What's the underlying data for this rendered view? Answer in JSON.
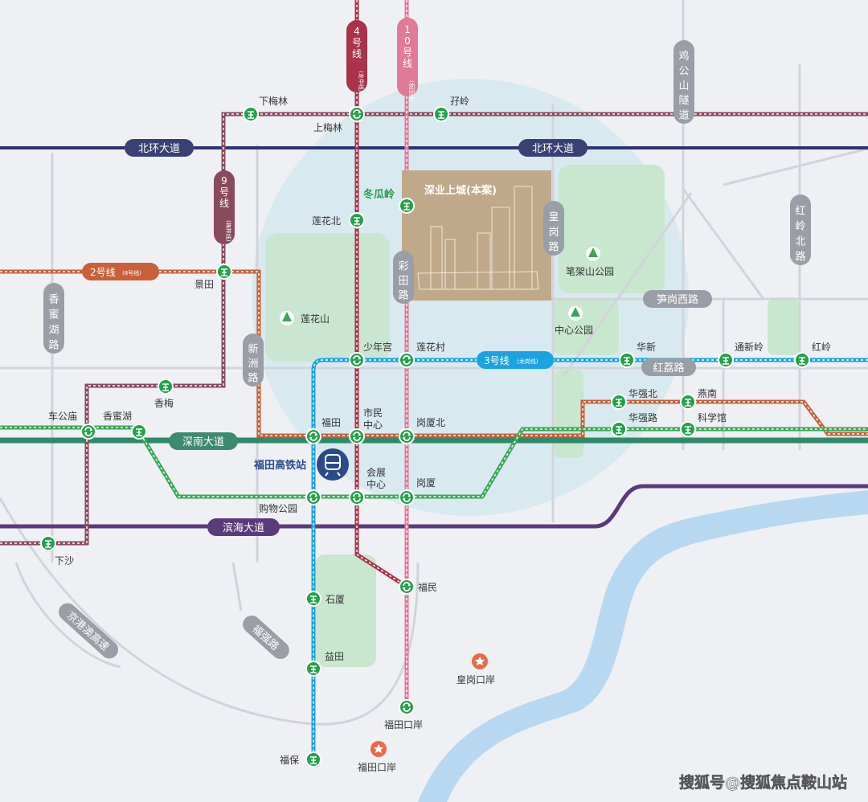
{
  "colors": {
    "background": "#eef0f4",
    "road_pill": "#9a9ea6",
    "road_line": "#d2d4da",
    "park": "#c9e6cf",
    "circle": "#cfe6ec",
    "project": "#bfa98a",
    "water": "#b8d8f2",
    "station_green": "#22a24a",
    "line2": "#c9603a",
    "line3": "#1aa3e0",
    "line4": "#a8334a",
    "line9": "#8a4a5e",
    "line10": "#e07a98",
    "line1": "#2e8a6a",
    "line11": "#5a3a7a",
    "north_ring": "#2d3470",
    "hsr": "#2c4a8a",
    "poi": "#e86a4a"
  },
  "lines": {
    "l4": {
      "name": "4号线",
      "sub": "(龙华线)"
    },
    "l10": {
      "name": "10号线",
      "sub": "(坂田线)"
    },
    "l9": {
      "name": "9号线",
      "sub": "(梅林线)"
    },
    "l2": {
      "name": "2号线",
      "sub": "(8号线)"
    },
    "l3": {
      "name": "3号线",
      "sub": "(龙岗线)"
    }
  },
  "roads": {
    "beihuan": "北环大道",
    "shennan": "深南大道",
    "binhai": "滨海大道",
    "jigongshan": "鸡公山隧道",
    "hongling_north": "红岭北路",
    "huanggang": "皇岗路",
    "caitian": "彩田路",
    "xiangmi": "香蜜湖路",
    "xinzhou": "新洲路",
    "sungang_west": "笋岗西路",
    "honglizhi": "红荔路",
    "jinggangao": "京港澳高速",
    "fuqiang": "福强路"
  },
  "project": {
    "label": "深业上城(本案)"
  },
  "highlight_station": "冬瓜岭",
  "hsr_station": "福田高铁站",
  "parks": {
    "lianhuashan": "莲花山",
    "bijiashan": "笔架山公园",
    "zhongxin": "中心公园"
  },
  "pois": {
    "huanggang_port": "皇岗口岸",
    "futian_port": "福田口岸"
  },
  "stations": {
    "xiameilin": "下梅林",
    "shangmeilin": "上梅林",
    "ziling": "孖岭",
    "lianhuabei": "莲花北",
    "jingtian": "景田",
    "shaoniangong": "少年宫",
    "lianhuacun": "莲花村",
    "huaxin": "华新",
    "tongxinling": "通新岭",
    "hongling": "红岭",
    "xiangmei": "香梅",
    "chegongmiao": "车公庙",
    "xiangmihu": "香蜜湖",
    "futian": "福田",
    "shiminzhongxin": "市民\n中心",
    "gangxiabei": "岗厦北",
    "huaqiangbei": "华强北",
    "yannan": "燕南",
    "huaqianglu": "华强路",
    "kexueguan": "科学馆",
    "huizhanzhongxin": "会展\n中心",
    "gangxia": "岗厦",
    "gouwugongyuan": "购物公园",
    "xiasha": "下沙",
    "shixia": "石厦",
    "fumin": "福民",
    "yitian": "益田",
    "futiankouan": "福田口岸",
    "fubao": "福保"
  },
  "watermark": "搜狐号@搜狐焦点鞍山站"
}
